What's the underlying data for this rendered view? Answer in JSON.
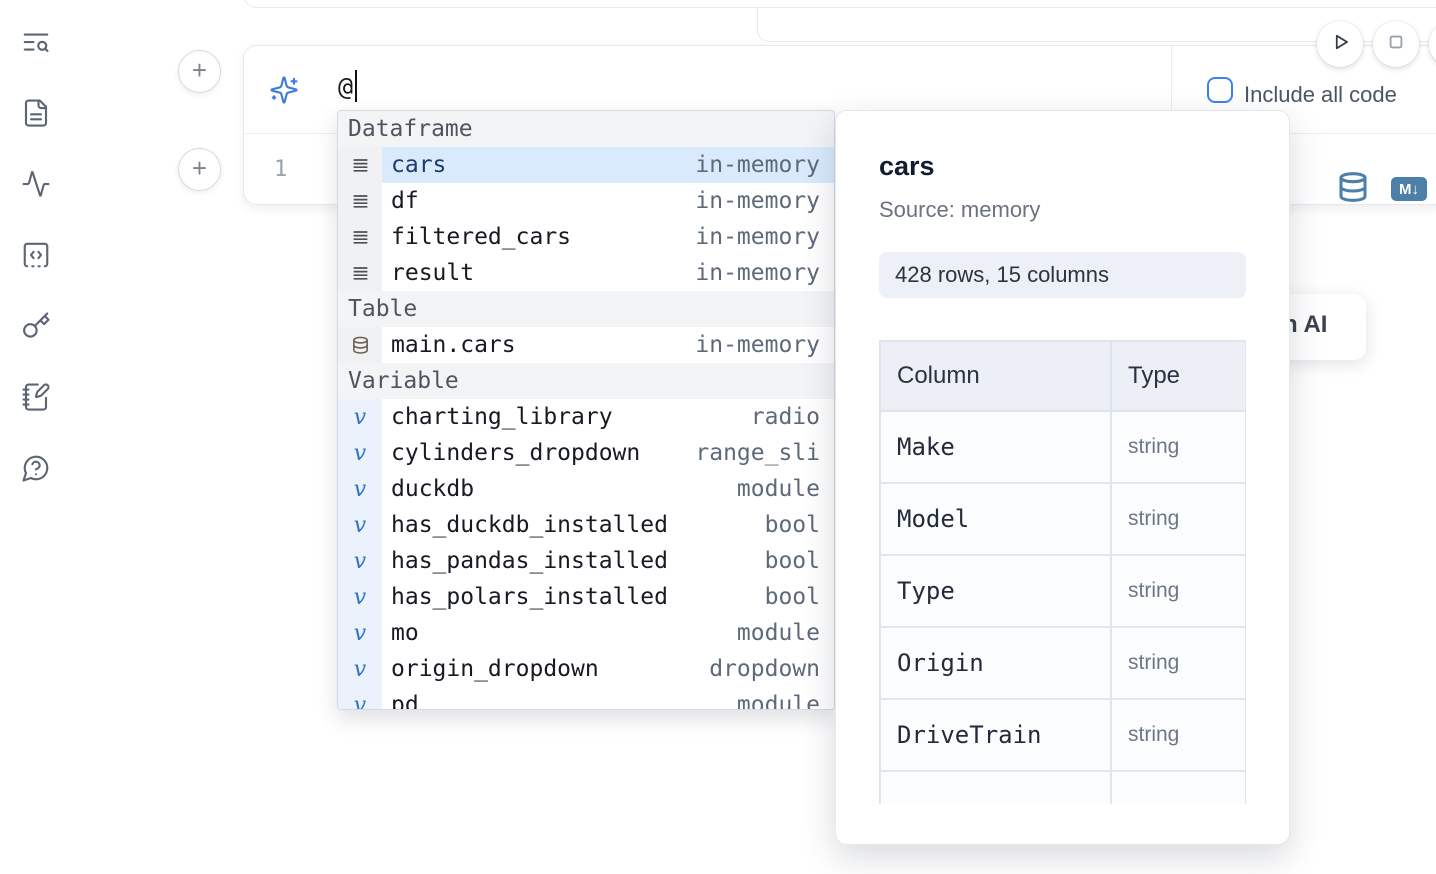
{
  "sidebar": {
    "icons": [
      "text-search-icon",
      "file-text-icon",
      "activity-icon",
      "code-block-icon",
      "key-icon",
      "notebook-pen-icon",
      "help-chat-icon"
    ]
  },
  "run_controls": {
    "play": "play-icon",
    "stop": "stop-icon"
  },
  "prompt": {
    "value": "@",
    "ai_icon": "sparkles-icon",
    "include_all_code_label": "Include all code",
    "include_all_code_checked": false
  },
  "editor": {
    "line_number": "1",
    "datasource_icon": "database-icon",
    "markdown_badge": "M↓"
  },
  "autocomplete": {
    "sections": [
      {
        "label": "Dataframe",
        "icon": "rows-icon",
        "kind": "df",
        "items": [
          {
            "name": "cars",
            "detail": "in-memory",
            "selected": true
          },
          {
            "name": "df",
            "detail": "in-memory"
          },
          {
            "name": "filtered_cars",
            "detail": "in-memory"
          },
          {
            "name": "result",
            "detail": "in-memory"
          }
        ]
      },
      {
        "label": "Table",
        "icon": "database-amber-icon",
        "kind": "df",
        "items": [
          {
            "name": "main.cars",
            "detail": "in-memory"
          }
        ]
      },
      {
        "label": "Variable",
        "icon": "variable-icon",
        "kind": "var",
        "items": [
          {
            "name": "charting_library",
            "detail": "radio"
          },
          {
            "name": "cylinders_dropdown",
            "detail": "range_sli"
          },
          {
            "name": "duckdb",
            "detail": "module"
          },
          {
            "name": "has_duckdb_installed",
            "detail": "bool"
          },
          {
            "name": "has_pandas_installed",
            "detail": "bool"
          },
          {
            "name": "has_polars_installed",
            "detail": "bool"
          },
          {
            "name": "mo",
            "detail": "module"
          },
          {
            "name": "origin_dropdown",
            "detail": "dropdown"
          },
          {
            "name": "pd",
            "detail": "module"
          }
        ]
      }
    ]
  },
  "preview": {
    "title": "cars",
    "source_label": "Source: memory",
    "shape_badge": "428 rows, 15 columns",
    "table": {
      "headers": [
        "Column",
        "Type"
      ],
      "rows": [
        [
          "Make",
          "string"
        ],
        [
          "Model",
          "string"
        ],
        [
          "Type",
          "string"
        ],
        [
          "Origin",
          "string"
        ],
        [
          "DriveTrain",
          "string"
        ]
      ],
      "partial_row": true
    }
  },
  "ai_button": {
    "visible_label_fragment": "h AI"
  }
}
